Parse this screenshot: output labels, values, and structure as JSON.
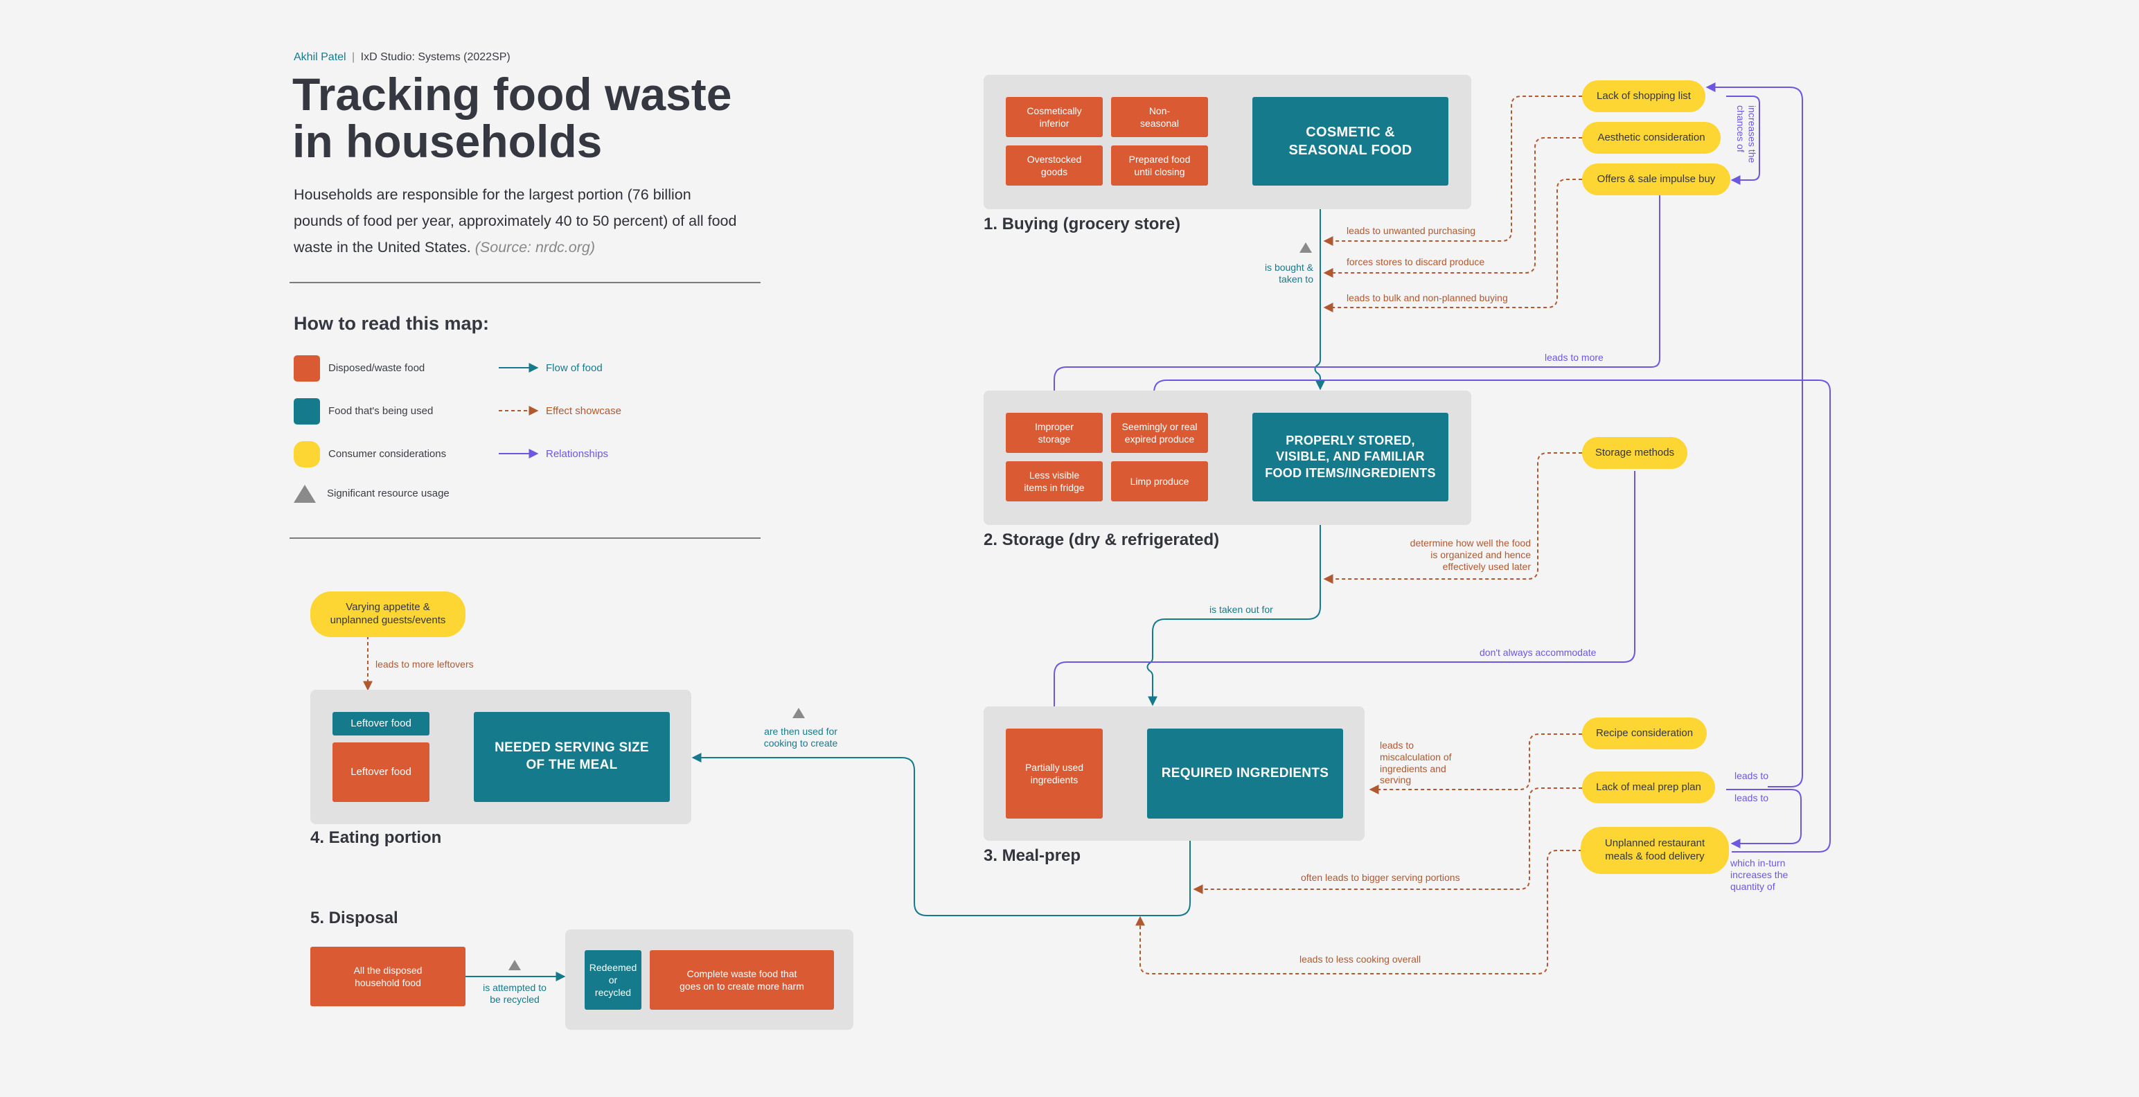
{
  "header": {
    "author": "Akhil Patel",
    "separator": "|",
    "course": "IxD Studio: Systems (2022SP)",
    "title_line1": "Tracking food waste",
    "title_line2": "in households",
    "intro": "Households are responsible for the largest portion (76 billion pounds of food per year, approximately 40 to 50 percent) of all food waste in the United States.",
    "source": "(Source: nrdc.org)"
  },
  "legend": {
    "heading": "How to read this map:",
    "disposed": "Disposed/waste food",
    "used": "Food that's being used",
    "consumer": "Consumer considerations",
    "resource": "Significant resource usage",
    "flow": "Flow of food",
    "effect": "Effect showcase",
    "relationships": "Relationships"
  },
  "stages": {
    "buying": {
      "title": "1. Buying (grocery store)",
      "waste": [
        "Cosmetically\ninferior",
        "Non-\nseasonal",
        "Overstocked\ngoods",
        "Prepared food\nuntil closing"
      ],
      "main": "COSMETIC &\nSEASONAL FOOD"
    },
    "storage": {
      "title": "2. Storage (dry & refrigerated)",
      "waste": [
        "Improper\nstorage",
        "Seemingly or real\nexpired produce",
        "Less visible\nitems in fridge",
        "Limp produce"
      ],
      "main": "PROPERLY STORED,\nVISIBLE, AND FAMILIAR\nFOOD ITEMS/INGREDIENTS"
    },
    "mealprep": {
      "title": "3. Meal-prep",
      "waste": [
        "Partially used\ningredients"
      ],
      "main": "REQUIRED INGREDIENTS"
    },
    "eating": {
      "title": "4. Eating portion",
      "leftover_used": "Leftover food",
      "leftover_waste": "Leftover food",
      "main": "NEEDED SERVING SIZE\nOF THE MEAL"
    },
    "disposal": {
      "title": "5. Disposal",
      "disposed": "All the disposed\nhousehold food",
      "redeemed": "Redeemed\nor\nrecycled",
      "complete": "Complete waste food that\ngoes on to create more harm"
    }
  },
  "considerations": {
    "shopping_list": "Lack of shopping list",
    "aesthetic": "Aesthetic consideration",
    "offers": "Offers & sale impulse buy",
    "storage_methods": "Storage methods",
    "recipe": "Recipe consideration",
    "meal_plan": "Lack of meal prep plan",
    "restaurant": "Unplanned restaurant\nmeals & food delivery",
    "appetite": "Varying appetite &\nunplanned guests/events"
  },
  "labels": {
    "unwanted": "leads to unwanted purchasing",
    "discard": "forces stores to discard produce",
    "bulk": "leads to bulk and non-planned buying",
    "bought": "is bought &\ntaken to",
    "leads_more": "leads to more",
    "increases_chances": "increases the\nchances of",
    "determine": "determine how well the food\nis organized and hence\neffectively used later",
    "taken_out": "is taken out for",
    "dont_accommodate": "don't always accommodate",
    "miscalc": "leads to\nmiscalculation of\ningredients and\nserving",
    "leads_to_1": "leads to",
    "leads_to_2": "leads to",
    "which_inturn": "which in-turn\nincreases the\nquantity of",
    "bigger_portions": "often leads to bigger serving portions",
    "less_cooking": "leads to less cooking overall",
    "then_used": "are then used for\ncooking to create",
    "more_leftovers": "leads to more leftovers",
    "recycled": "is attempted to\nbe recycled"
  },
  "colors": {
    "waste": "#d95a33",
    "used": "#157a8c",
    "consumer": "#fdd633",
    "effect": "#b0582f",
    "relationship": "#6b57e0",
    "panel": "#e1e1e1",
    "background": "#f4f4f4"
  }
}
